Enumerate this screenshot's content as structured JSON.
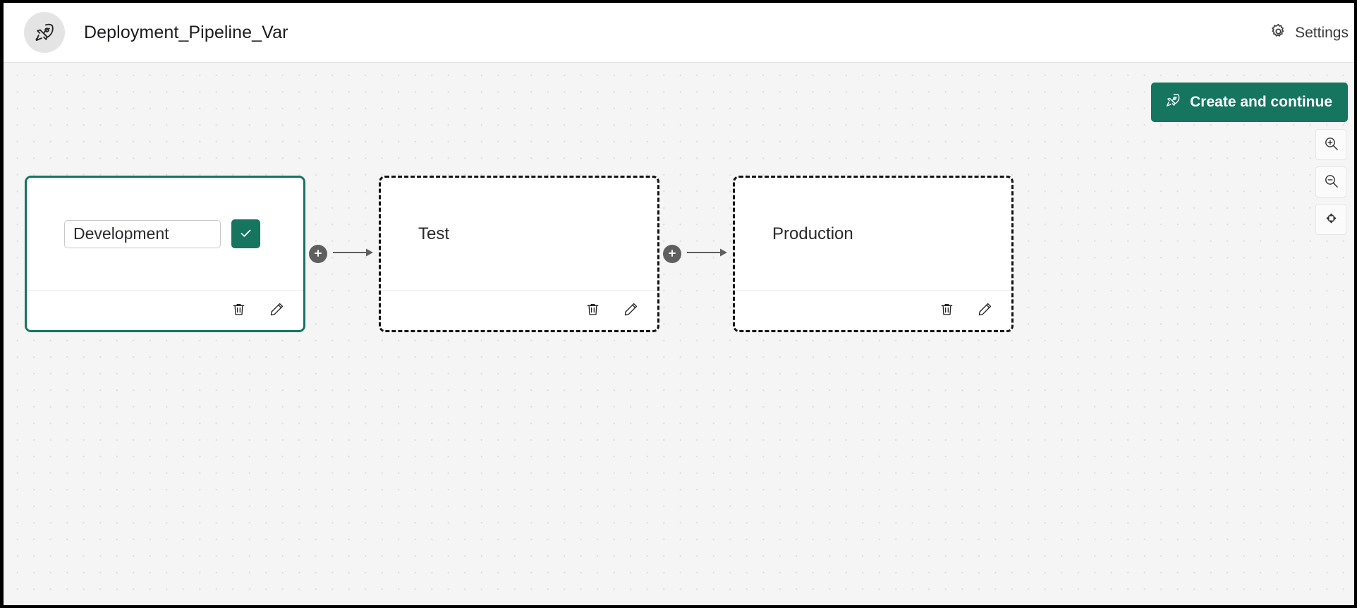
{
  "header": {
    "app_icon": "rocket-icon",
    "title": "Deployment_Pipeline_Var",
    "settings_icon": "gear-icon",
    "settings_label": "Settings"
  },
  "toolbar": {
    "create_icon": "rocket-icon",
    "create_label": "Create and continue"
  },
  "zoom_controls": [
    {
      "name": "zoom-in",
      "icon": "zoom-in-icon"
    },
    {
      "name": "zoom-out",
      "icon": "zoom-out-icon"
    },
    {
      "name": "fit-to-screen",
      "icon": "fit-to-screen-icon"
    }
  ],
  "pipeline": {
    "stages": [
      {
        "name": "Development",
        "state": "editing",
        "input_value": "Development",
        "input_placeholder": "Stage name",
        "confirm_icon": "check-icon",
        "delete_icon": "trash-icon",
        "edit_icon": "pencil-icon"
      },
      {
        "name": "Test",
        "state": "draft",
        "delete_icon": "trash-icon",
        "edit_icon": "pencil-icon"
      },
      {
        "name": "Production",
        "state": "draft",
        "delete_icon": "trash-icon",
        "edit_icon": "pencil-icon"
      }
    ],
    "connectors": [
      {
        "add_icon": "plus-icon",
        "arrow_icon": "arrow-right-icon"
      },
      {
        "add_icon": "plus-icon",
        "arrow_icon": "arrow-right-icon"
      }
    ]
  },
  "colors": {
    "accent": "#15755f",
    "canvas": "#f5f5f5",
    "card_border_draft": "#141414",
    "connector": "#5f5f5f"
  }
}
